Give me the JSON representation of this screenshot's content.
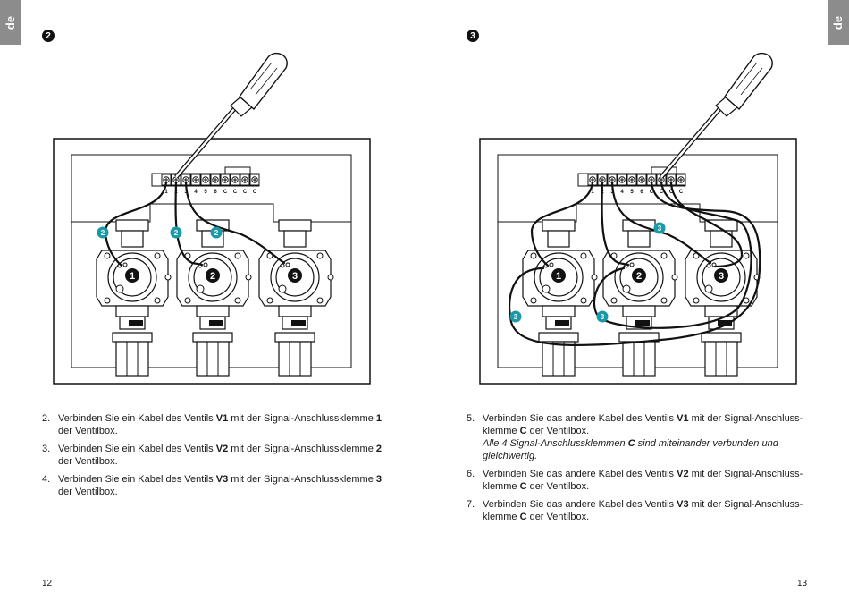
{
  "lang_tab": "de",
  "left": {
    "step": "2",
    "instructions": [
      {
        "num": "2.",
        "a": "Verbinden Sie ein Kabel des Ventils ",
        "b": "V1",
        "c": " mit der Signal-Anschlussklemme ",
        "d": "1",
        "e": " der Ventilbox."
      },
      {
        "num": "3.",
        "a": "Verbinden Sie ein Kabel des Ventils ",
        "b": "V2",
        "c": " mit der Signal-Anschlussklemme ",
        "d": "2",
        "e": " der Ventilbox."
      },
      {
        "num": "4.",
        "a": "Verbinden Sie ein Kabel des Ventils ",
        "b": "V3",
        "c": " mit der Signal-Anschlussklemme ",
        "d": "3",
        "e": " der Ventilbox."
      }
    ],
    "page": "12"
  },
  "right": {
    "step": "3",
    "instructions": [
      {
        "num": "5.",
        "a": "Verbinden Sie das andere Kabel des Ventils ",
        "b": "V1",
        "c": " mit der Signal-Anschluss- klemme ",
        "d": "C",
        "e": " der Ventilbox.",
        "note_a": "Alle 4 Signal-Anschlussklemmen ",
        "note_b": "C",
        "note_c": " sind miteinander verbunden und gleichwertig."
      },
      {
        "num": "6.",
        "a": "Verbinden Sie das andere Kabel des Ventils ",
        "b": "V2",
        "c": " mit der Signal-Anschluss- klemme ",
        "d": "C",
        "e": " der Ventilbox."
      },
      {
        "num": "7.",
        "a": "Verbinden Sie das andere Kabel des Ventils ",
        "b": "V3",
        "c": " mit der Signal-Anschluss- klemme ",
        "d": "C",
        "e": " der Ventilbox."
      }
    ],
    "page": "13"
  },
  "terminal_labels": [
    "1",
    "2",
    "3",
    "4",
    "5",
    "6",
    "C",
    "C",
    "C",
    "C"
  ],
  "valve_labels": [
    "1",
    "2",
    "3"
  ],
  "callout_left": "2",
  "callout_right": "3",
  "colors": {
    "accent": "#1a9aa8",
    "lang_tab": "#8c8c8c"
  }
}
